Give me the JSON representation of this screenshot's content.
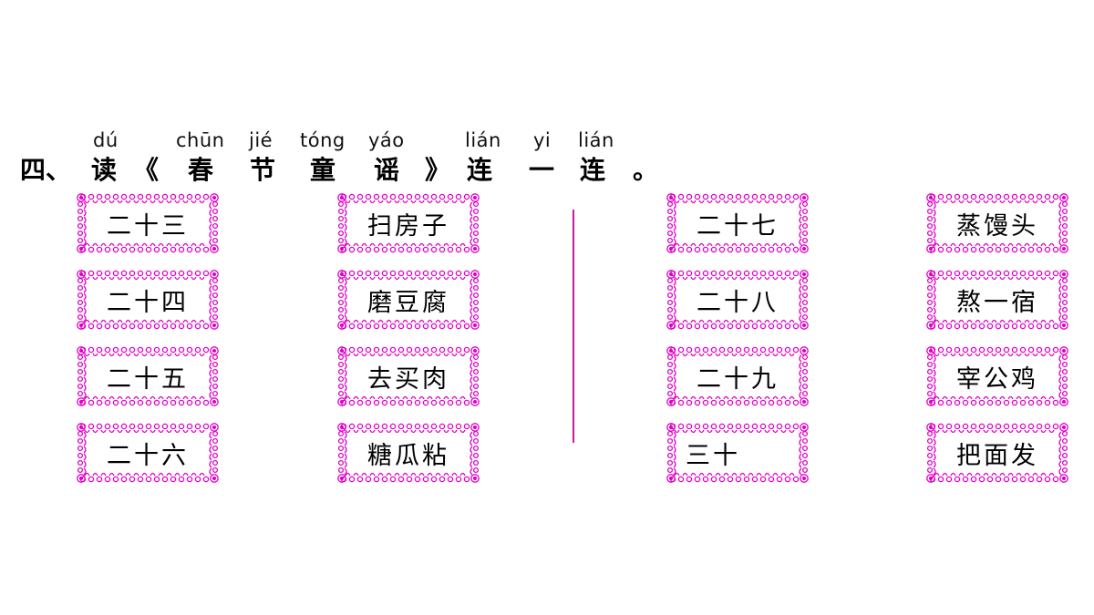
{
  "heading": {
    "prefix": "四、",
    "chars": [
      {
        "han": "读",
        "pinyin": "dú"
      },
      {
        "han": "《",
        "pinyin": ""
      },
      {
        "han": "春",
        "pinyin": "chūn"
      },
      {
        "han": "节",
        "pinyin": "jié"
      },
      {
        "han": "童",
        "pinyin": "tóng"
      },
      {
        "han": "谣",
        "pinyin": "yáo"
      },
      {
        "han": "》",
        "pinyin": ""
      },
      {
        "han": "连",
        "pinyin": "lián"
      },
      {
        "han": "一",
        "pinyin": "yi"
      },
      {
        "han": "连",
        "pinyin": "lián"
      },
      {
        "han": "。",
        "pinyin": ""
      }
    ]
  },
  "columns": {
    "col1": [
      "二十三",
      "二十四",
      "二十五",
      "二十六"
    ],
    "col2": [
      "扫房子",
      "磨豆腐",
      "去买肉",
      "糖瓜粘"
    ],
    "col3": [
      "二十七",
      "二十八",
      "二十九",
      "三十"
    ],
    "col4": [
      "蒸馒头",
      "熬一宿",
      "宰公鸡",
      "把面发"
    ]
  },
  "colors": {
    "frame": "#e000c8",
    "divider": "#c81a9a"
  }
}
